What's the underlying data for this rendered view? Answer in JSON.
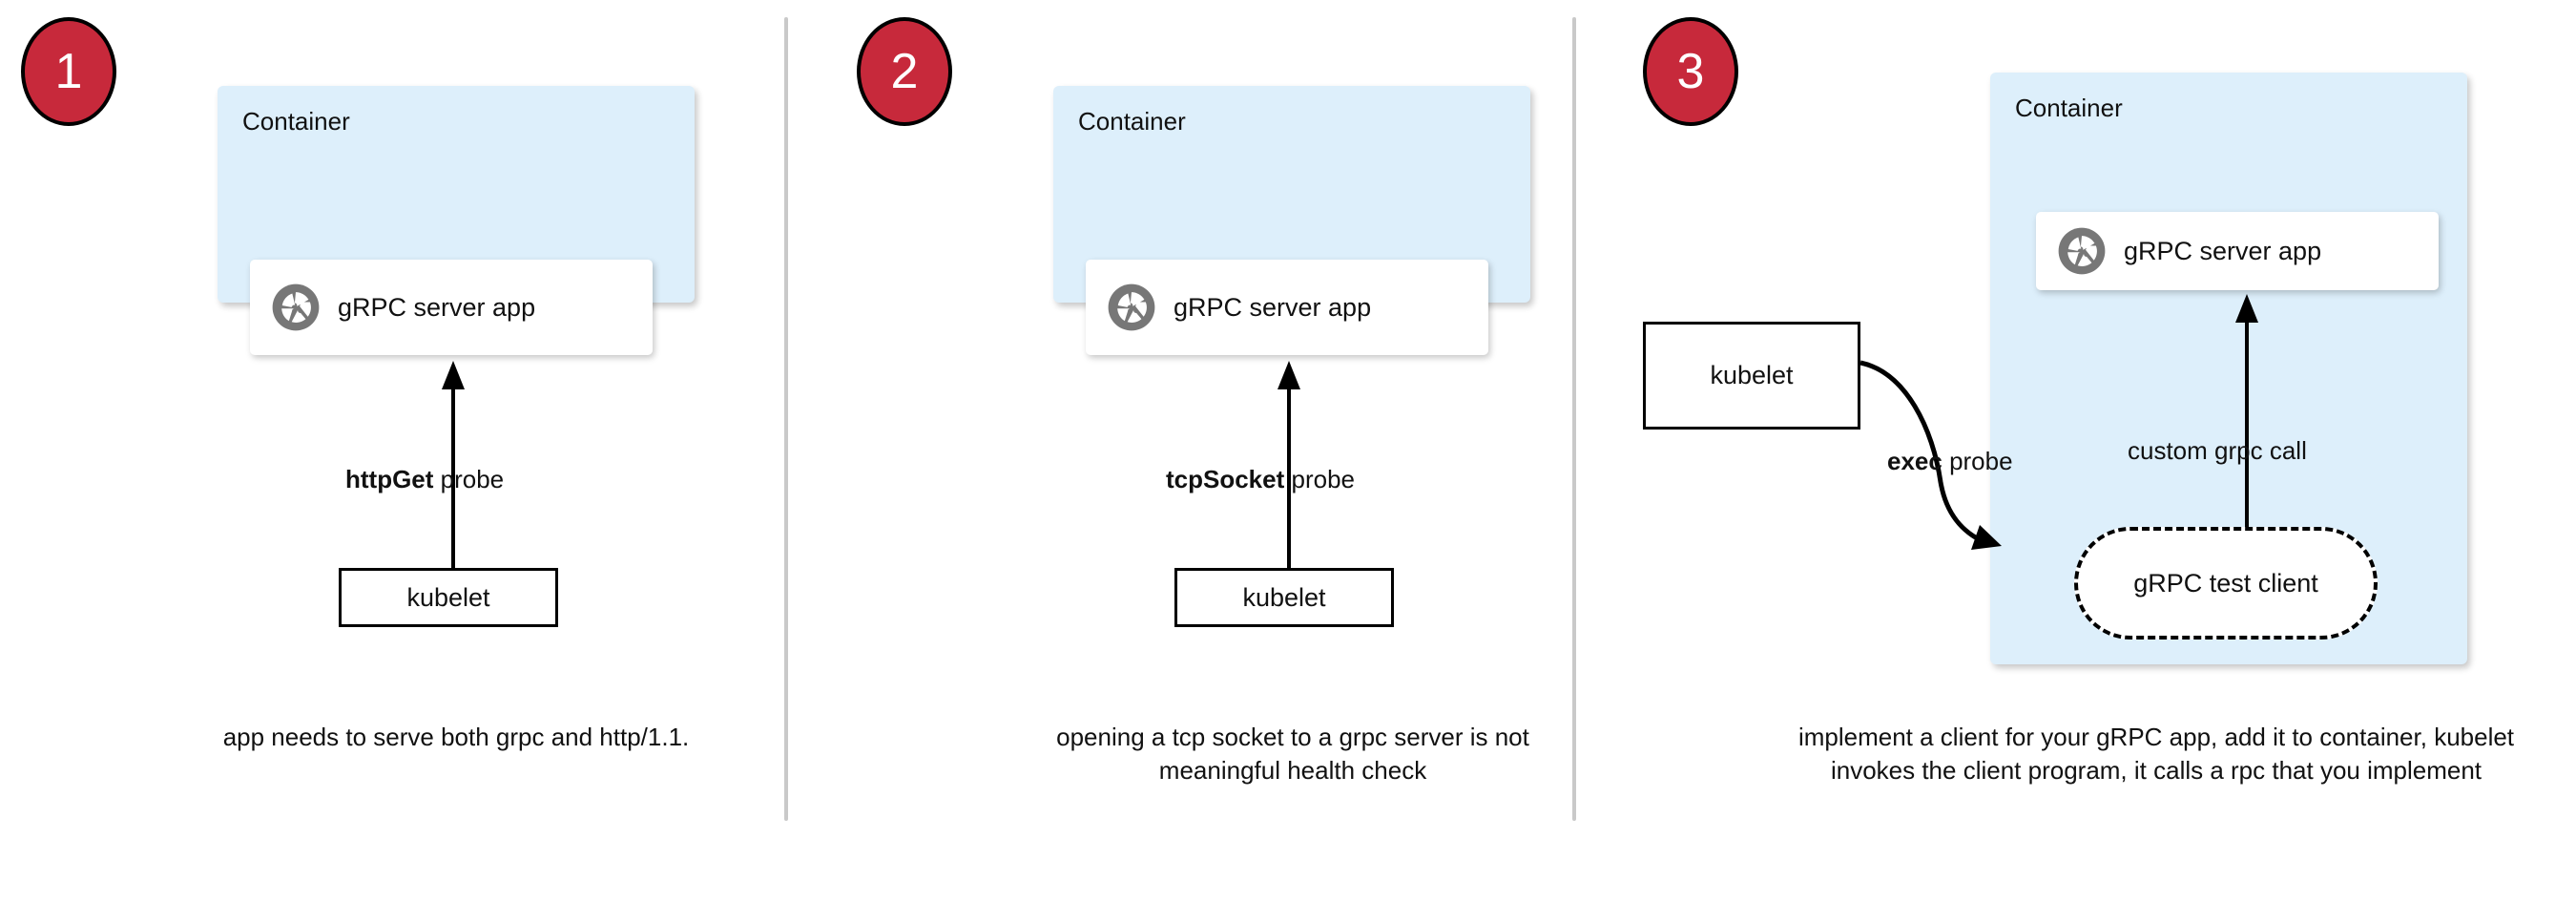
{
  "diagram": {
    "title": "Kubernetes gRPC health-check probe approaches",
    "colors": {
      "badge_fill": "#c7293b",
      "badge_stroke": "#000000",
      "container_fill": "#ddeffb",
      "card_fill": "#ffffff",
      "icon_gray": "#777777",
      "separator": "#c9c9c9",
      "text": "#111111"
    },
    "panels": [
      {
        "badge": "1",
        "container_label": "Container",
        "app_label": "gRPC server app",
        "app_icon": "grpc-logo-icon",
        "probe_label_bold": "httpGet",
        "probe_label_rest": " probe",
        "kubelet_label": "kubelet",
        "caption": "app needs to serve both grpc and http/1.1."
      },
      {
        "badge": "2",
        "container_label": "Container",
        "app_label": "gRPC server app",
        "app_icon": "grpc-logo-icon",
        "probe_label_bold": "tcpSocket",
        "probe_label_rest": " probe",
        "kubelet_label": "kubelet",
        "caption": "opening a tcp socket to a grpc server is not meaningful health check"
      },
      {
        "badge": "3",
        "container_label": "Container",
        "app_label": "gRPC server app",
        "app_icon": "grpc-logo-icon",
        "probe_label_bold": "exec",
        "probe_label_rest": " probe",
        "kubelet_label": "kubelet",
        "test_client_label": "gRPC test client",
        "call_label": "custom grpc call",
        "caption": "implement a client for your gRPC app, add it to container, kubelet invokes the client program, it calls a rpc that you implement"
      }
    ]
  }
}
